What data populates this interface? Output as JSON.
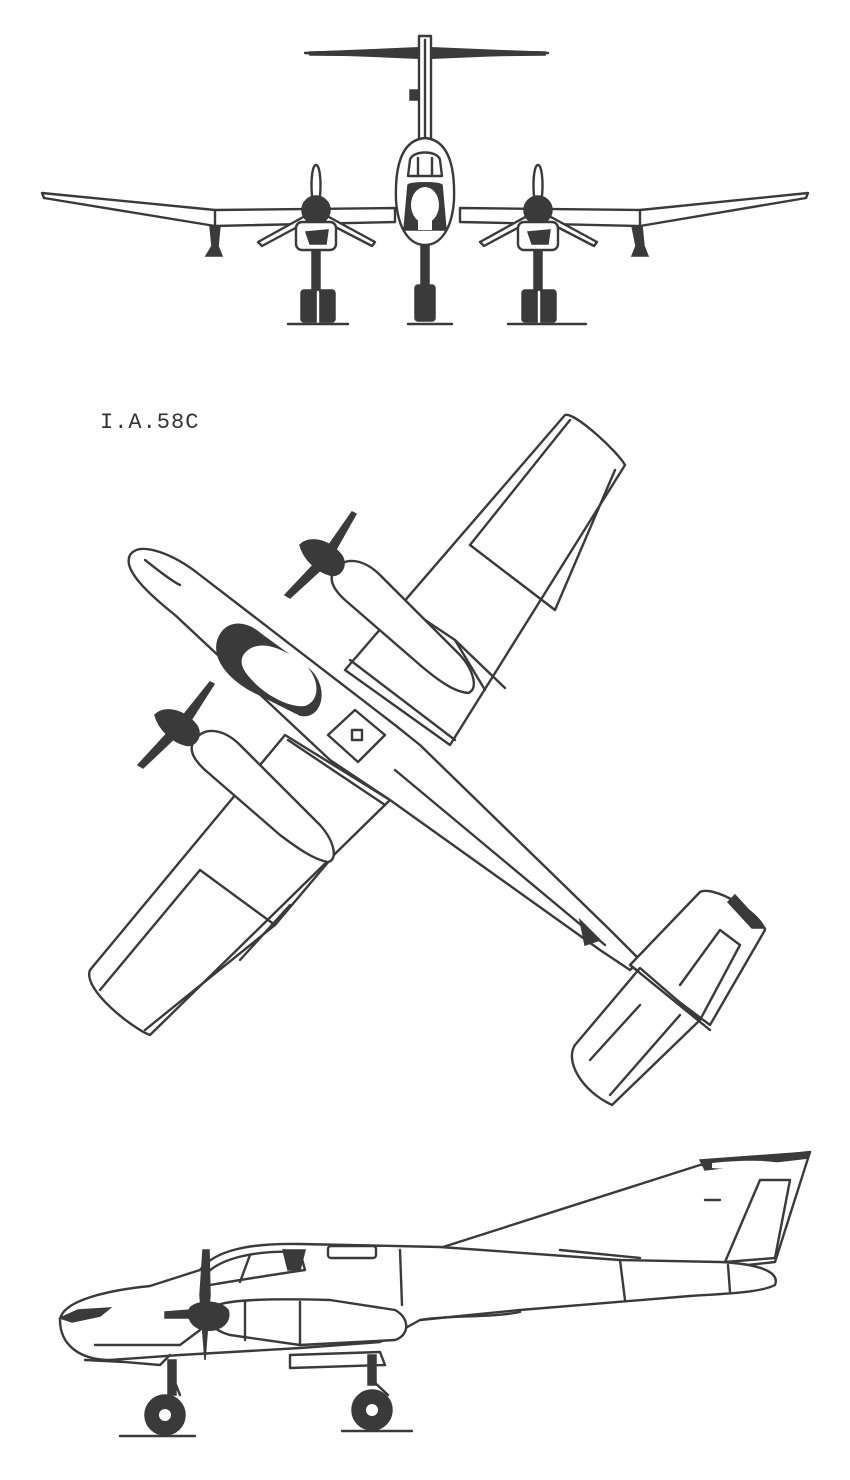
{
  "drawing": {
    "designation": "I.A.58C",
    "views": [
      "front-view",
      "top-view",
      "side-view"
    ]
  },
  "colors": {
    "ink": "#3a3a3a",
    "paper": "#ffffff"
  }
}
